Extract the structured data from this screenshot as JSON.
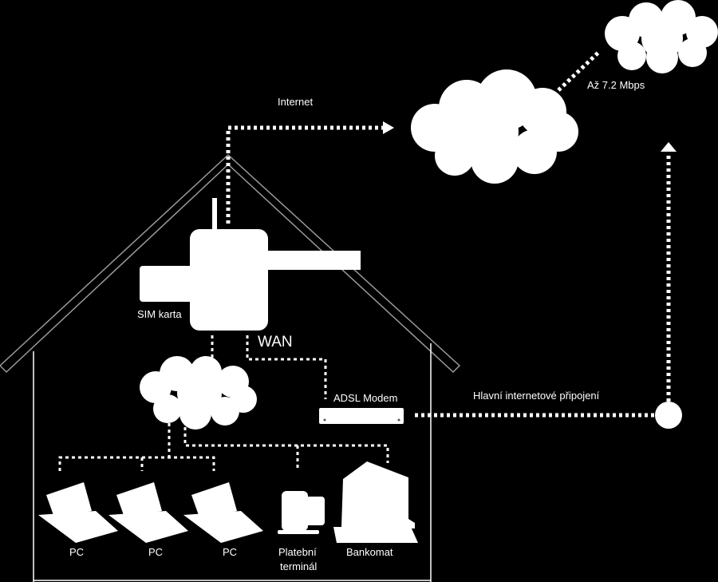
{
  "colors": {
    "background": "#000000",
    "foreground": "#ffffff",
    "house_outline": "#9a9a9a"
  },
  "labels": {
    "internet": "Internet",
    "speed": "Až 7.2 Mbps",
    "sim_card": "SIM karta",
    "wan": "WAN",
    "adsl_modem": "ADSL Modem",
    "main_connection": "Hlavní internetové připojení",
    "pc1": "PC",
    "pc2": "PC",
    "pc3": "PC",
    "payment_terminal_line1": "Platební",
    "payment_terminal_line2": "terminál",
    "atm": "Bankomat"
  },
  "icons": {
    "router": "router-device-icon",
    "modem": "adsl-modem-icon",
    "laptop": "laptop-icon",
    "payment_terminal": "payment-terminal-icon",
    "atm": "atm-icon",
    "cloud": "cloud-icon"
  }
}
